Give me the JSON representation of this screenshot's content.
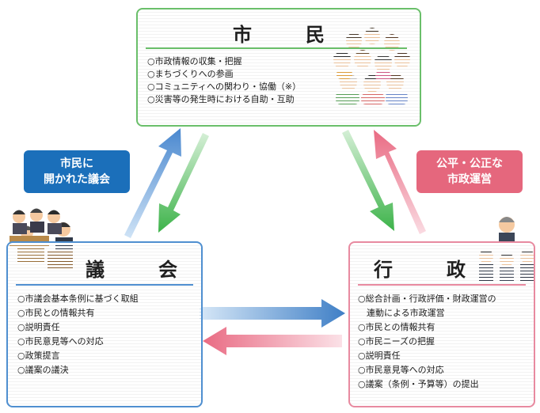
{
  "colors": {
    "citizen_border": "#6abf6a",
    "assembly_border": "#4f8fd0",
    "admin_border": "#e88aa0",
    "blue_arrow": "#4a88cf",
    "green_arrow": "#3db34a",
    "pink_arrow": "#e96b83",
    "blue_tag": "#1b6fba",
    "pink_tag": "#e5677d"
  },
  "citizen": {
    "title": "市　民",
    "items": [
      "○市政情報の収集・把握",
      "○まちづくりへの参画",
      "○コミュニティへの関わり・協働（※）",
      "○災害等の発生時における自助・互助"
    ]
  },
  "assembly": {
    "title": "議　会",
    "items": [
      "○市議会基本条例に基づく取組",
      "○市民との情報共有",
      "○説明責任",
      "○市民意見等への対応",
      "○政策提言",
      "○議案の議決"
    ]
  },
  "admin": {
    "title": "行　政",
    "items": [
      "○総合計画・行政評価・財政運営の",
      "　連動による市政運営",
      "○市民との情報共有",
      "○市民ニーズの把握",
      "○説明責任",
      "○市民意見等への対応",
      "○議案（条例・予算等）の提出"
    ]
  },
  "tags": {
    "left": [
      "市民に",
      "開かれた議会"
    ],
    "right": [
      "公平・公正な",
      "市政運営"
    ]
  }
}
